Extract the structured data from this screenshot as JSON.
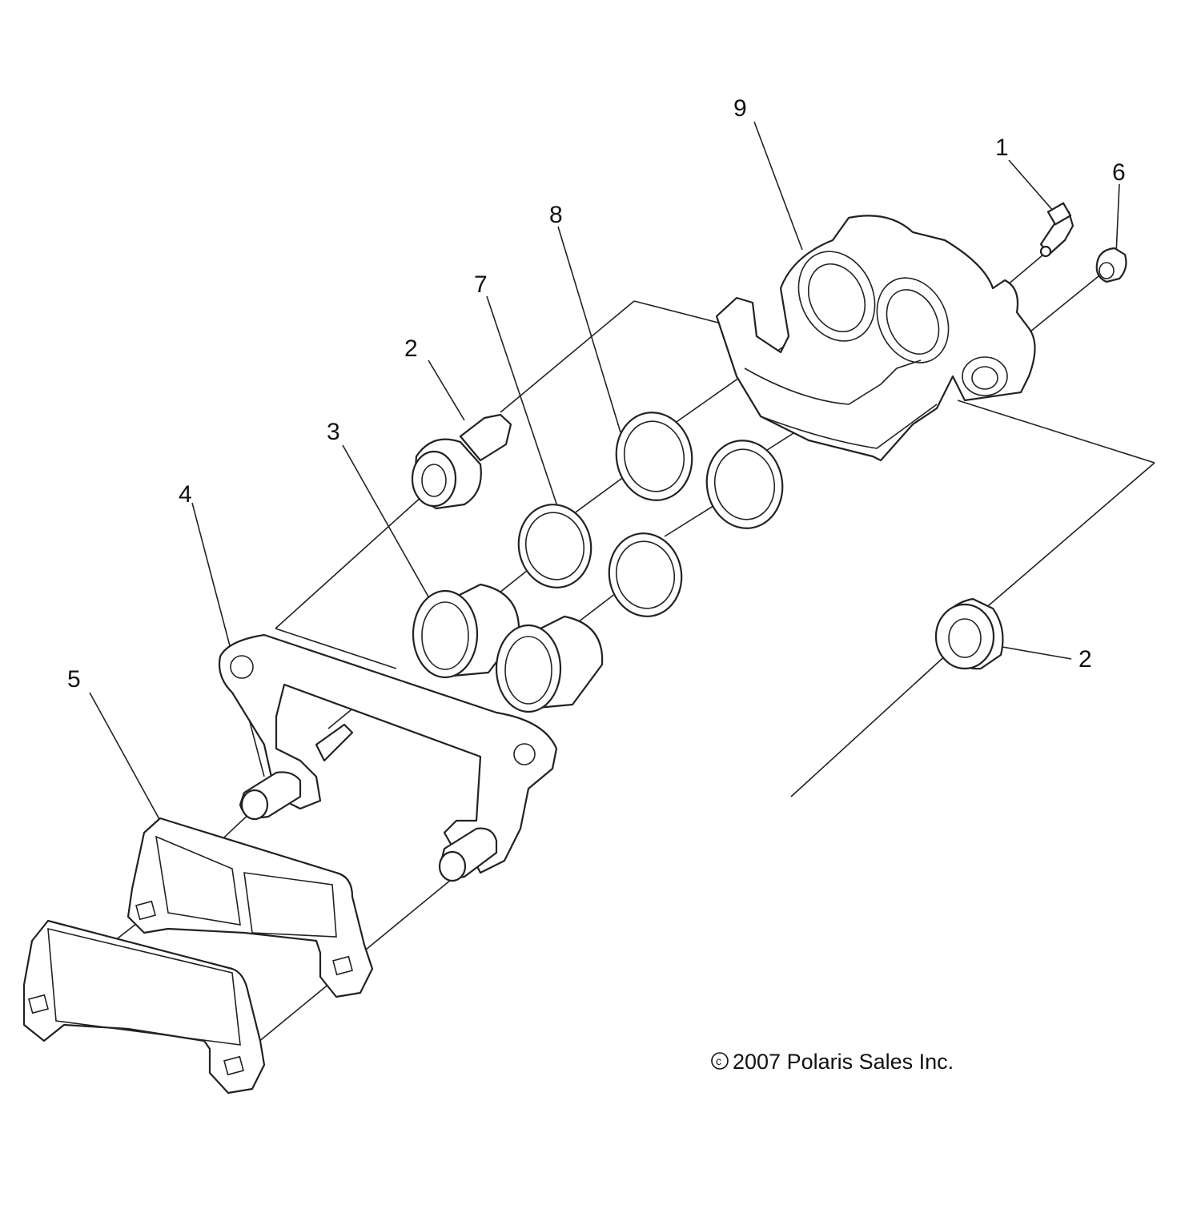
{
  "callouts": [
    {
      "id": "9",
      "label": "9"
    },
    {
      "id": "1",
      "label": "1"
    },
    {
      "id": "6",
      "label": "6"
    },
    {
      "id": "8",
      "label": "8"
    },
    {
      "id": "7",
      "label": "7"
    },
    {
      "id": "2a",
      "label": "2"
    },
    {
      "id": "3",
      "label": "3"
    },
    {
      "id": "4",
      "label": "4"
    },
    {
      "id": "5",
      "label": "5"
    },
    {
      "id": "2b",
      "label": "2"
    }
  ],
  "copyright": "2007 Polaris Sales Inc.",
  "copyright_symbol": "c"
}
